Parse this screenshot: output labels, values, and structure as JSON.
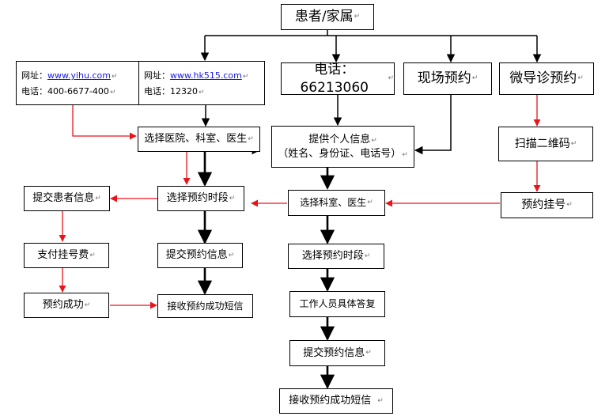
{
  "mark": "↵",
  "boxes": {
    "patient": "患者/家属",
    "yihu": {
      "site_label": "网址：",
      "site": "www.yihu.com",
      "phone_label": "电话：",
      "phone": "400-6677-400"
    },
    "hk515": {
      "site_label": "网址：",
      "site": "www.hk515.com",
      "phone_label": "电话：",
      "phone": "12320"
    },
    "phone_call": "电话：66213060",
    "onsite": "现场预约",
    "wechat": "微导诊预约",
    "choose_hosp": "选择医院、科室、医生",
    "provide_info_1": "提供个人信息",
    "provide_info_2": "（姓名、身份证、电话号）",
    "scan_qr": "扫描二维码",
    "submit_patient": "提交患者信息",
    "choose_slot_left": "选择预约时段",
    "choose_dept": "选择科室、医生",
    "book_reg": "预约挂号",
    "pay_fee": "支付挂号费",
    "submit_booking_left": "提交预约信息",
    "choose_slot_mid": "选择预约时段",
    "book_success": "预约成功",
    "receive_sms_left": "接收预约成功短信",
    "staff_reply": "工作人员具体答复",
    "submit_booking_mid": "提交预约信息",
    "receive_sms_mid": "接收预约成功短信"
  },
  "colors": {
    "black_arrow": "#000000",
    "red_arrow": "#e8141b"
  }
}
